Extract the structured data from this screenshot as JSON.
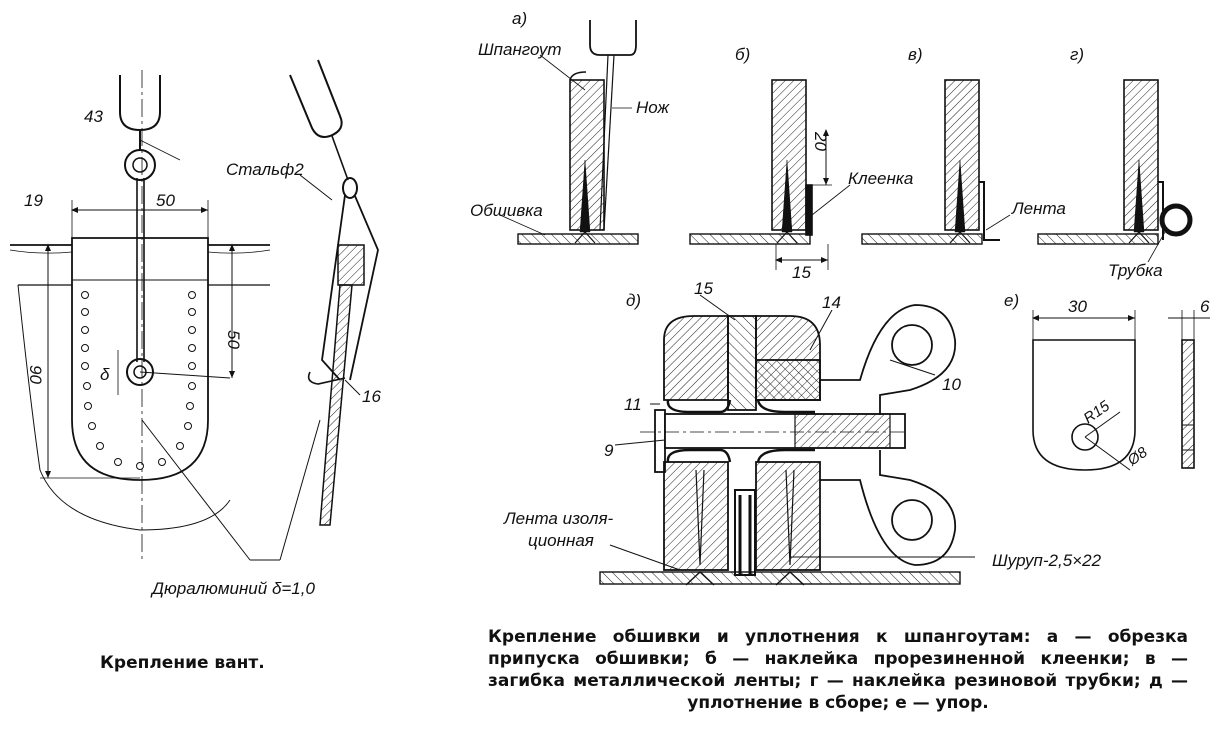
{
  "left_figure": {
    "labels": {
      "part_43": "43",
      "steel": "Стальф2",
      "part_19": "19",
      "dim_50_top": "50",
      "dim_50_side": "50",
      "dim_90": "90",
      "delta": "δ",
      "part_16": "16",
      "duralumin": "Дюралюминий δ=1,0"
    },
    "caption": "Крепление вант."
  },
  "right_figure": {
    "panel_a": {
      "title": "а)",
      "frame": "Шпангоут",
      "knife": "Нож",
      "skin": "Обшивка"
    },
    "panel_b": {
      "title": "б)",
      "dim_20": "20",
      "oilcloth": "Клеенка",
      "dim_15": "15"
    },
    "panel_v": {
      "title": "в)",
      "tape": "Лента"
    },
    "panel_g": {
      "title": "г)",
      "tube": "Трубка"
    },
    "panel_d": {
      "title": "д)",
      "part_15": "15",
      "part_14": "14",
      "part_10": "10",
      "part_11": "11",
      "part_9": "9",
      "insulating_tape": "Лента изоля-",
      "insulating_tape_2": "ционная",
      "screw": "Шуруп-2,5×22"
    },
    "panel_e": {
      "title": "е)",
      "dim_30": "30",
      "dim_6": "6",
      "radius": "R15",
      "diameter": "Ø8"
    },
    "caption": "Крепление обшивки и уплотнения к шпангоутам: а — обрезка припуска обшивки; б — наклейка прорезиненной клеенки; в — загибка металлической ленты; г — наклейка резиновой трубки; д — уплотнение в сборе; е — упор."
  }
}
